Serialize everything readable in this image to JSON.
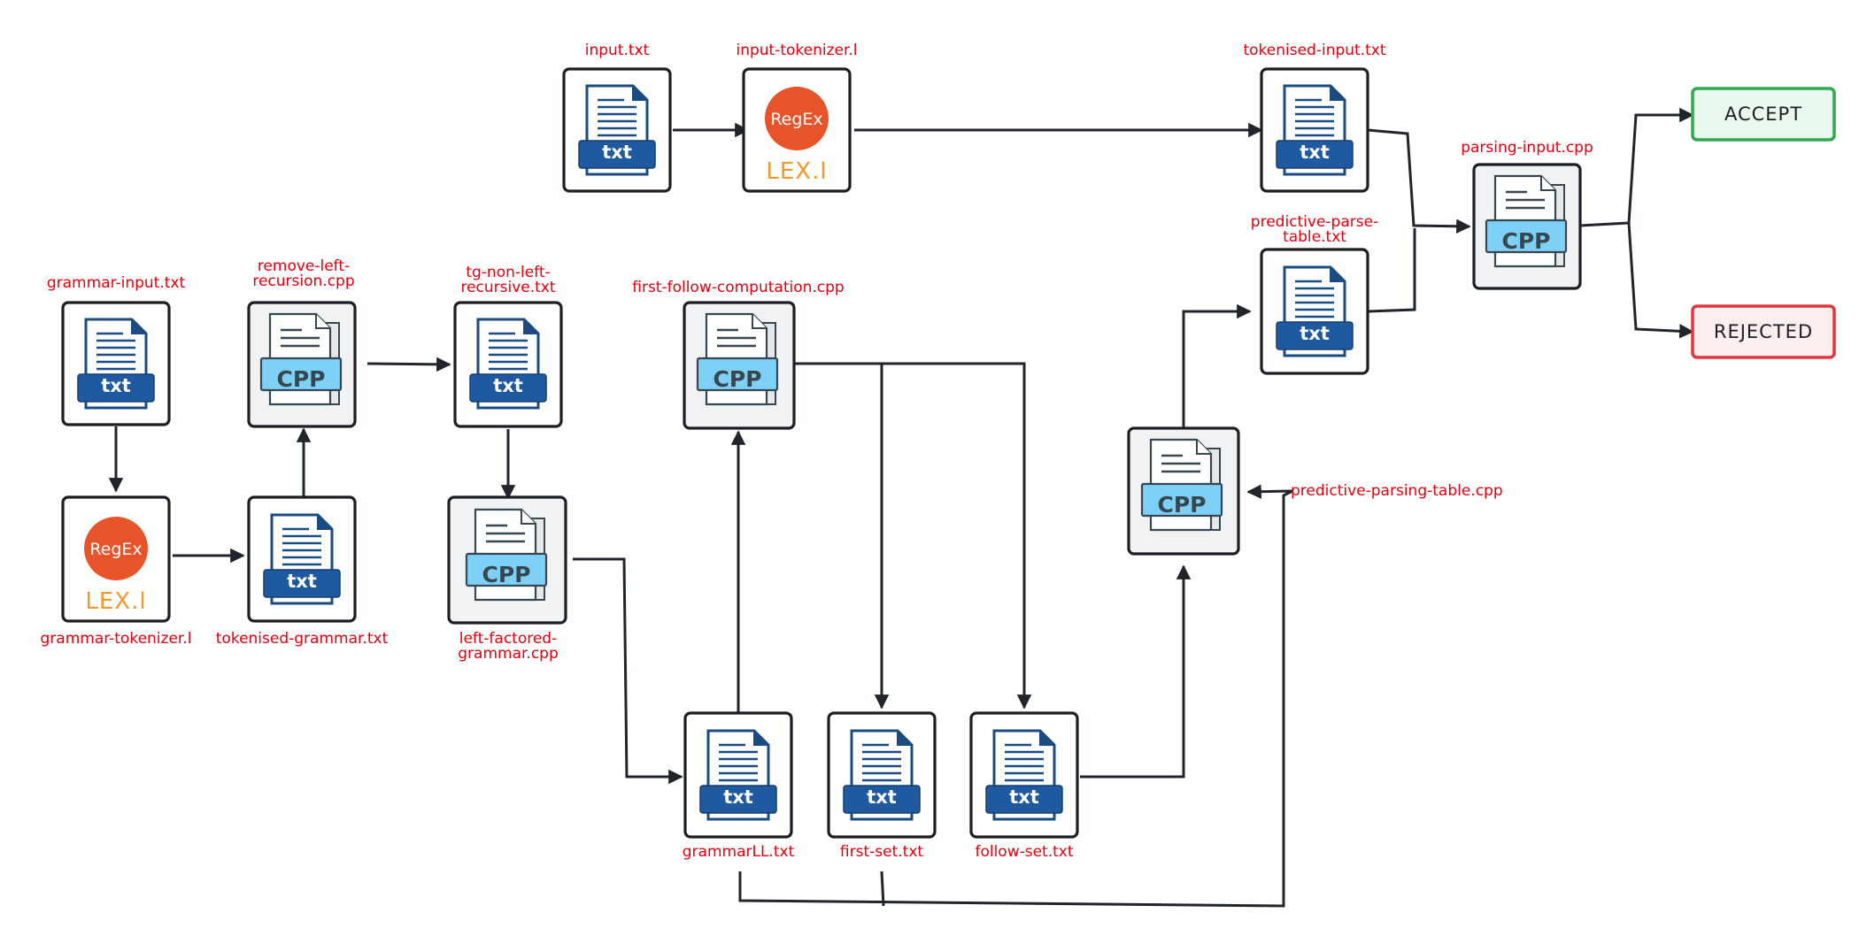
{
  "labels": {
    "input_txt": "input.txt",
    "input_tokenizer": "input-tokenizer.l",
    "tokenised_input": "tokenised-input.txt",
    "parsing_input": "parsing-input.cpp",
    "predictive_parse_table_1": "predictive-parse-",
    "predictive_parse_table_2": "table.txt",
    "grammar_input": "grammar-input.txt",
    "remove_left_1": "remove-left-",
    "remove_left_2": "recursion.cpp",
    "tg_non_left_1": "tg-non-left-",
    "tg_non_left_2": "recursive.txt",
    "first_follow": "first-follow-computation.cpp",
    "grammar_tokenizer": "grammar-tokenizer.l",
    "tokenised_grammar": "tokenised-grammar.txt",
    "left_factored_1": "left-factored-",
    "left_factored_2": "grammar.cpp",
    "predictive_parsing_table_cpp": "predictive-parsing-table.cpp",
    "grammar_ll": "grammarLL.txt",
    "first_set": "first-set.txt",
    "follow_set": "follow-set.txt"
  },
  "icons": {
    "txt_band": "txt",
    "cpp_band": "CPP",
    "regex_badge": "RegEx",
    "lex_label": "LEX.l"
  },
  "results": {
    "accept": "ACCEPT",
    "rejected": "REJECTED"
  },
  "colors": {
    "label_red": "#e3000f",
    "accept_border": "#2fa84f",
    "accept_fill": "#eaf7ec",
    "rejected_border": "#e0373d",
    "rejected_fill": "#fbeeee"
  }
}
